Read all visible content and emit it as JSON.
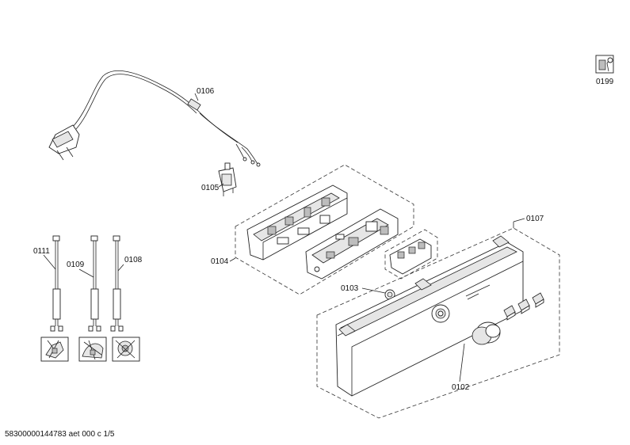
{
  "labels": {
    "p0106": "0106",
    "p0105": "0105",
    "p0104": "0104",
    "p0103": "0103",
    "p0107": "0107",
    "p0102": "0102",
    "p0111": "0111",
    "p0109": "0109",
    "p0108": "0108",
    "p0199": "0199"
  },
  "footer": "58300000144783 aet 000 c 1/5",
  "icons": {
    "service": "wrench-icon",
    "thumbs": [
      "wiring-detail-icon",
      "wiring-detail-icon",
      "wiring-detail-icon"
    ]
  }
}
